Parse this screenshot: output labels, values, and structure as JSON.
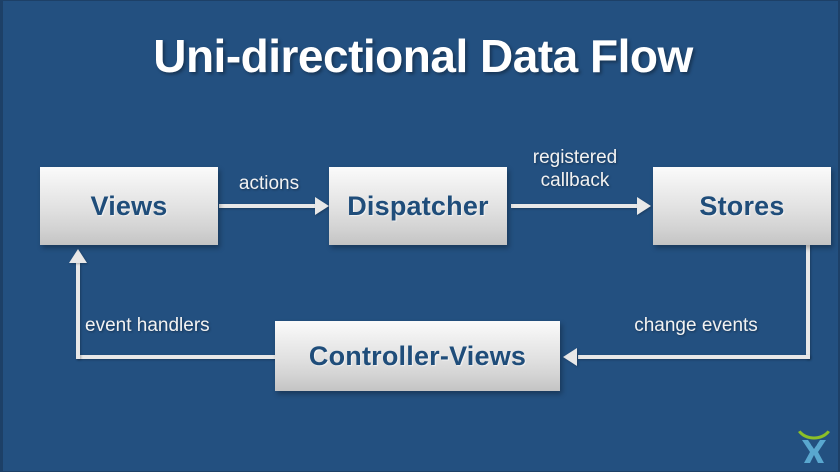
{
  "slide": {
    "title": "Uni-directional Data Flow",
    "background_color": "#235080",
    "node_text_color": "#1f4d7a",
    "label_color": "#f2f2f2",
    "arrow_color": "#e8e8e8"
  },
  "nodes": [
    {
      "id": "views",
      "label": "Views"
    },
    {
      "id": "dispatcher",
      "label": "Dispatcher"
    },
    {
      "id": "stores",
      "label": "Stores"
    },
    {
      "id": "controller",
      "label": "Controller-Views"
    }
  ],
  "edges": [
    {
      "id": "actions",
      "label": "actions",
      "from": "views",
      "to": "dispatcher",
      "direction": "right"
    },
    {
      "id": "registered-callback",
      "label": "registered\ncallback",
      "from": "dispatcher",
      "to": "stores",
      "direction": "right"
    },
    {
      "id": "change-events",
      "label": "change events",
      "from": "stores",
      "to": "controller",
      "direction": "left"
    },
    {
      "id": "event-handlers",
      "label": "event handlers",
      "from": "controller",
      "to": "views",
      "direction": "up"
    }
  ],
  "logo": {
    "name": "person-arc-logo",
    "arc_color": "#8bbf27",
    "figure_color": "#59a7cf"
  }
}
